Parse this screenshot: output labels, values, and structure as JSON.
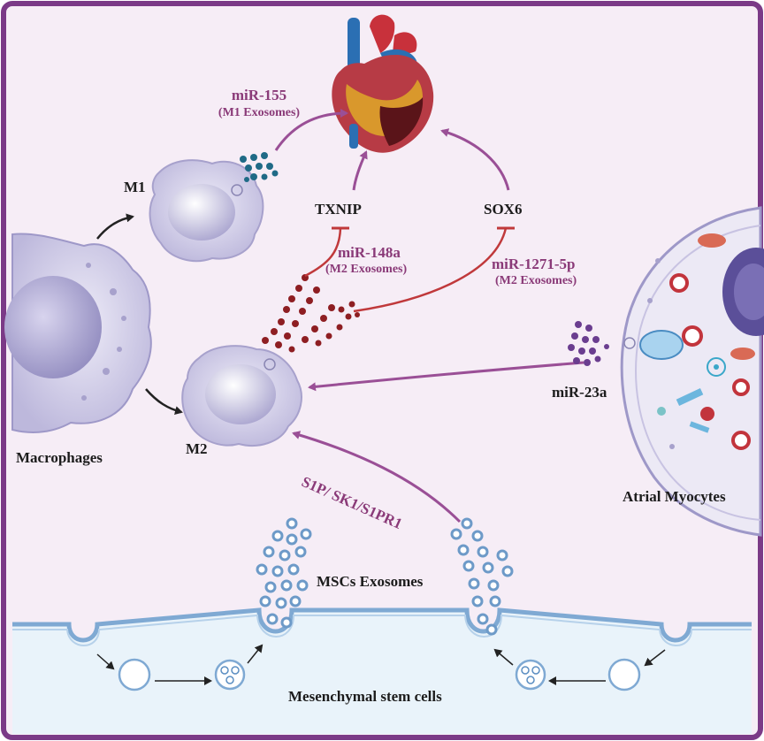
{
  "labels": {
    "mir155": "miR-155",
    "m1_exosomes": "(M1 Exosomes)",
    "m1": "M1",
    "txnip": "TXNIP",
    "sox6": "SOX6",
    "mir148a": "miR-148a",
    "m2_exosomes_a": "(M2 Exosomes)",
    "mir1271": "miR-1271-5p",
    "m2_exosomes_b": "(M2 Exosomes)",
    "mir23a": "miR-23a",
    "macrophages": "Macrophages",
    "m2": "M2",
    "s1p_pathway": "S1P/ SK1/S1PR1",
    "atrial_myocytes": "Atrial Myocytes",
    "msc_exosomes": "MSCs Exosomes",
    "mesenchymal_stem_cells": "Mesenchymal stem cells"
  },
  "colors": {
    "border": "#7b3a87",
    "background": "#f6edf6",
    "arrow_purple": "#9a4f96",
    "inhibit_red": "#c0393b",
    "cell_lavender": "#cfcbe6",
    "exosome_blue": "#6d9ac8"
  }
}
